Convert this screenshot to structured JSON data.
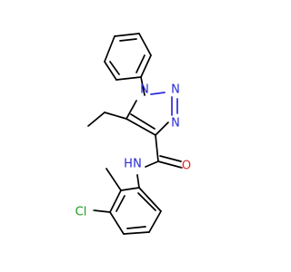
{
  "molecule": {
    "atoms": {
      "n1": {
        "label": "N",
        "color": "#2b2bd6"
      },
      "n2": {
        "label": "N",
        "color": "#2b2bd6"
      },
      "n3": {
        "label": "N",
        "color": "#2b2bd6"
      },
      "nh": {
        "label": "N",
        "color": "#2b2bd6"
      },
      "h": {
        "label": "H",
        "color": "#2b2bd6"
      },
      "o": {
        "label": "O",
        "color": "#d62b2b"
      },
      "cl": {
        "label": "Cl",
        "color": "#1a9a1a"
      }
    }
  }
}
